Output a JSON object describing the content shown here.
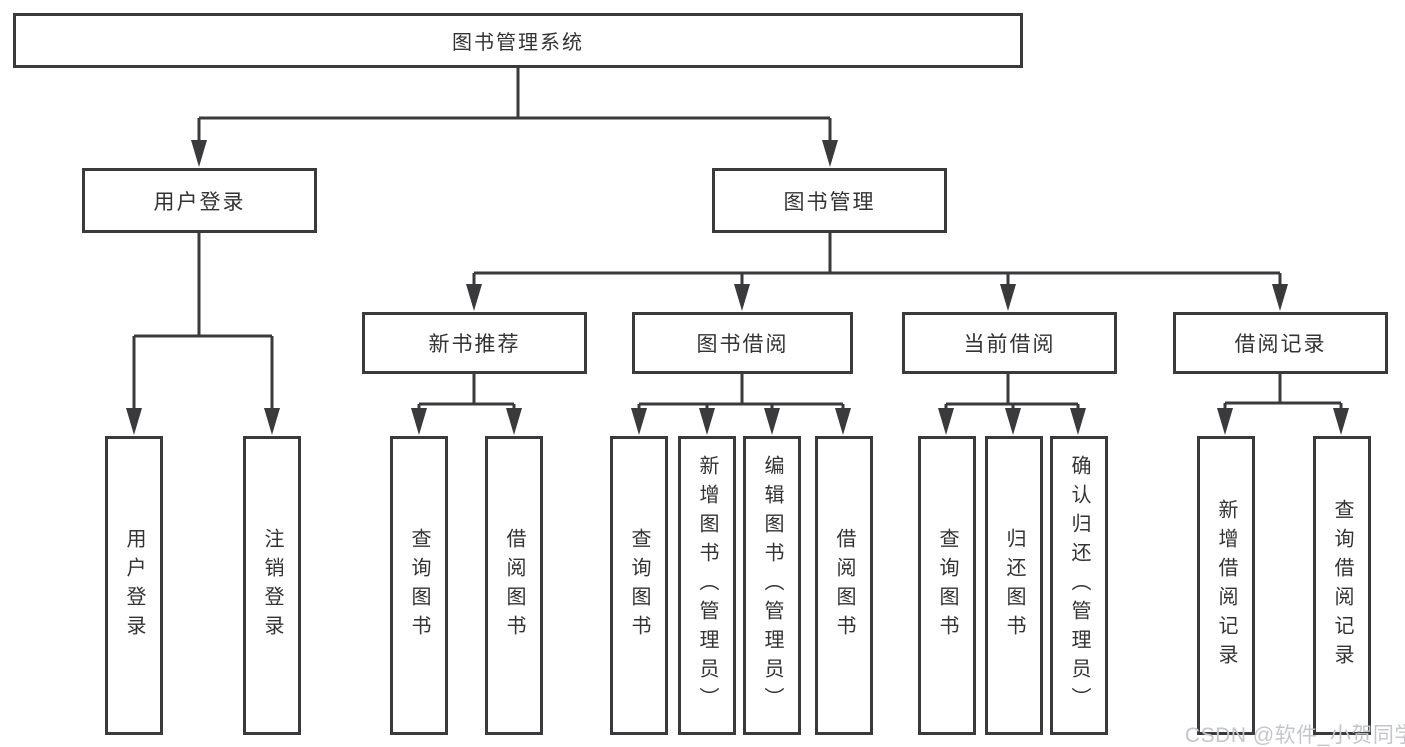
{
  "colors": {
    "line": "#3a3a3c",
    "text": "#333333",
    "box_bg": "#ffffff",
    "watermark": "#c3c6cb"
  },
  "watermark": "CSDN @软件_小贺同学",
  "tree": {
    "root": "图书管理系统",
    "branches": [
      {
        "label": "用户登录",
        "children": [
          "用户登录",
          "注销登录"
        ]
      },
      {
        "label": "图书管理",
        "groups": [
          {
            "label": "新书推荐",
            "children": [
              "查询图书",
              "借阅图书"
            ]
          },
          {
            "label": "图书借阅",
            "children": [
              "查询图书",
              "新增图书（管理员）",
              "编辑图书（管理员）",
              "借阅图书"
            ]
          },
          {
            "label": "当前借阅",
            "children": [
              "查询图书",
              "归还图书",
              "确认归还（管理员）"
            ]
          },
          {
            "label": "借阅记录",
            "children": [
              "新增借阅记录",
              "查询借阅记录"
            ]
          }
        ]
      }
    ]
  }
}
